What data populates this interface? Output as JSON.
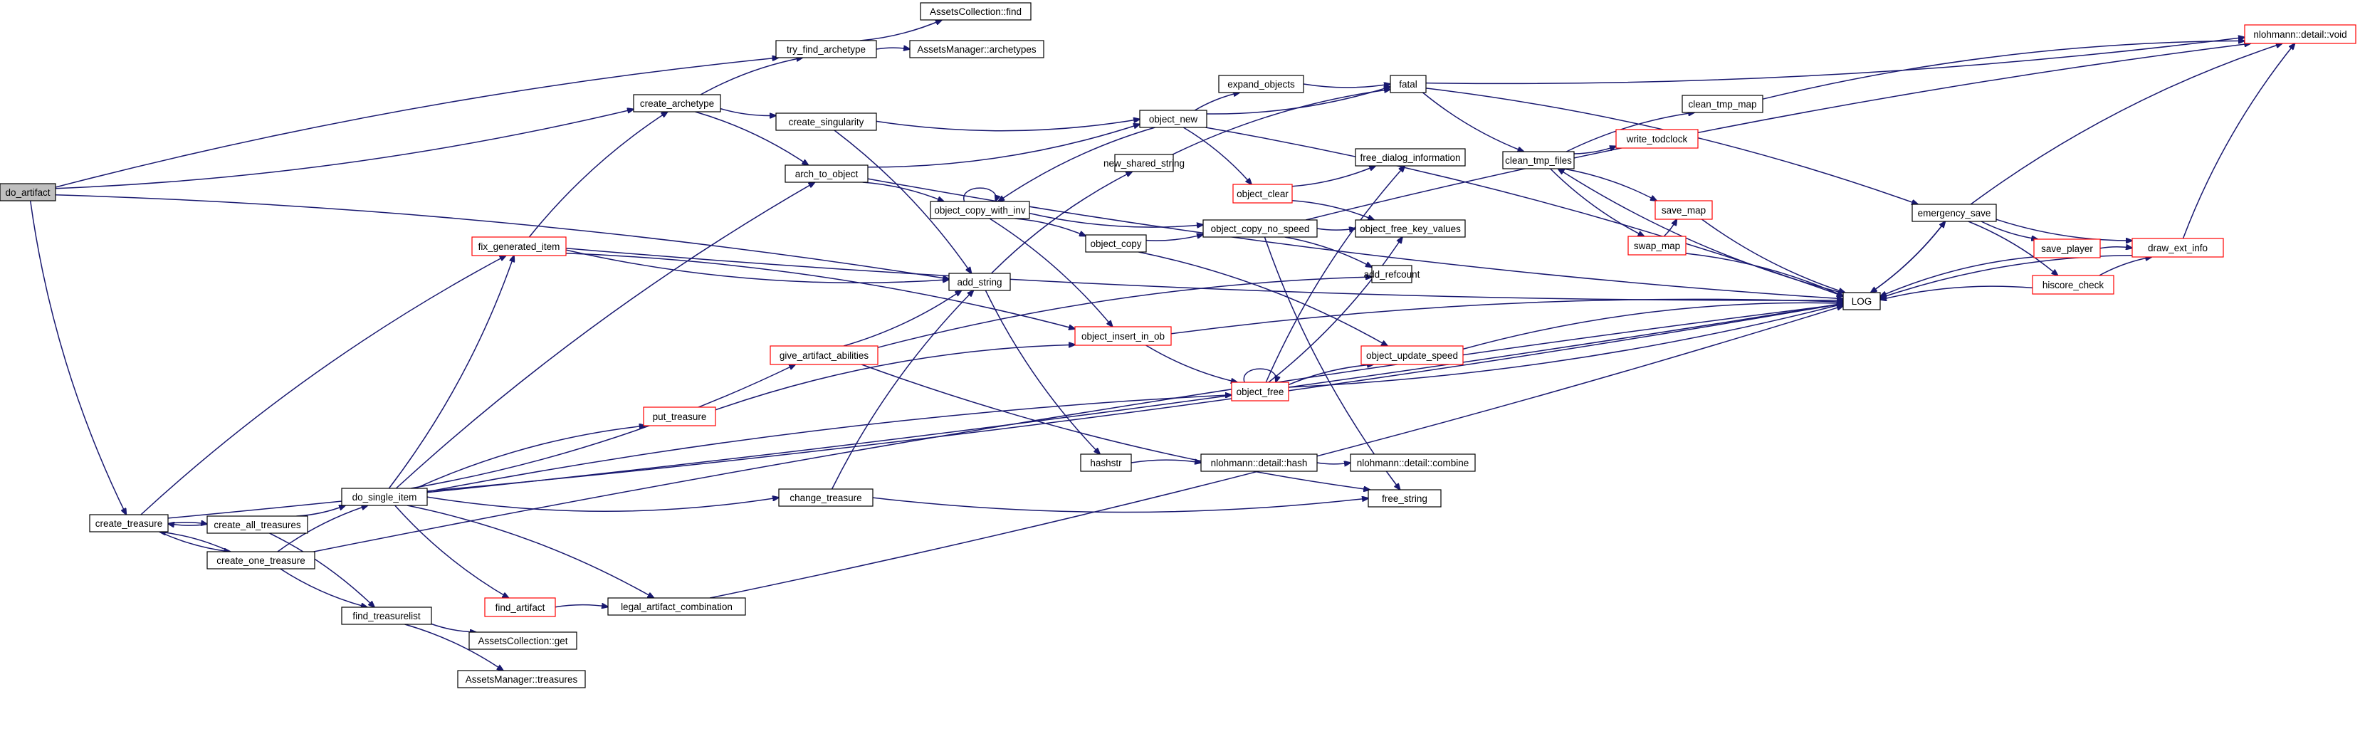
{
  "graph": {
    "edge_color": "#191970",
    "highlight_border_color": "#ff0000",
    "selected_fill_color": "#bfbfbf",
    "nodes": [
      {
        "id": "do_artifact",
        "label": "do_artifact",
        "style": "selected"
      },
      {
        "id": "create_treasure",
        "label": "create_treasure",
        "style": "normal"
      },
      {
        "id": "create_all_treasures",
        "label": "create_all_treasures",
        "style": "normal"
      },
      {
        "id": "create_one_treasure",
        "label": "create_one_treasure",
        "style": "normal"
      },
      {
        "id": "do_single_item",
        "label": "do_single_item",
        "style": "normal"
      },
      {
        "id": "find_treasurelist",
        "label": "find_treasurelist",
        "style": "normal"
      },
      {
        "id": "AssetsCollection_get",
        "label": "AssetsCollection::get",
        "style": "normal"
      },
      {
        "id": "AssetsManager_treasures",
        "label": "AssetsManager::treasures",
        "style": "normal"
      },
      {
        "id": "find_artifact",
        "label": "find_artifact",
        "style": "red"
      },
      {
        "id": "legal_artifact_combination",
        "label": "legal_artifact_combination",
        "style": "normal"
      },
      {
        "id": "put_treasure",
        "label": "put_treasure",
        "style": "red"
      },
      {
        "id": "give_artifact_abilities",
        "label": "give_artifact_abilities",
        "style": "red"
      },
      {
        "id": "fix_generated_item",
        "label": "fix_generated_item",
        "style": "red"
      },
      {
        "id": "create_archetype",
        "label": "create_archetype",
        "style": "normal"
      },
      {
        "id": "try_find_archetype",
        "label": "try_find_archetype",
        "style": "normal"
      },
      {
        "id": "AssetsCollection_find",
        "label": "AssetsCollection::find",
        "style": "normal"
      },
      {
        "id": "AssetsManager_archetypes",
        "label": "AssetsManager::archetypes",
        "style": "normal"
      },
      {
        "id": "create_singularity",
        "label": "create_singularity",
        "style": "normal"
      },
      {
        "id": "arch_to_object",
        "label": "arch_to_object",
        "style": "normal"
      },
      {
        "id": "add_string",
        "label": "add_string",
        "style": "normal"
      },
      {
        "id": "change_treasure",
        "label": "change_treasure",
        "style": "normal"
      },
      {
        "id": "hashstr",
        "label": "hashstr",
        "style": "normal"
      },
      {
        "id": "nlohmann_hash",
        "label": "nlohmann::detail::hash",
        "style": "normal"
      },
      {
        "id": "nlohmann_combine",
        "label": "nlohmann::detail::combine",
        "style": "normal"
      },
      {
        "id": "free_string",
        "label": "free_string",
        "style": "normal"
      },
      {
        "id": "object_new",
        "label": "object_new",
        "style": "normal"
      },
      {
        "id": "expand_objects",
        "label": "expand_objects",
        "style": "normal"
      },
      {
        "id": "fatal",
        "label": "fatal",
        "style": "normal"
      },
      {
        "id": "new_shared_string",
        "label": "new_shared_string",
        "style": "normal"
      },
      {
        "id": "object_copy_with_inv",
        "label": "object_copy_with_inv",
        "style": "normal"
      },
      {
        "id": "object_copy",
        "label": "object_copy",
        "style": "normal"
      },
      {
        "id": "object_clear",
        "label": "object_clear",
        "style": "red"
      },
      {
        "id": "object_copy_no_speed",
        "label": "object_copy_no_speed",
        "style": "normal"
      },
      {
        "id": "free_dialog_information",
        "label": "free_dialog_information",
        "style": "normal"
      },
      {
        "id": "object_free_key_values",
        "label": "object_free_key_values",
        "style": "normal"
      },
      {
        "id": "add_refcount",
        "label": "add_refcount",
        "style": "normal"
      },
      {
        "id": "object_insert_in_ob",
        "label": "object_insert_in_ob",
        "style": "red"
      },
      {
        "id": "object_update_speed",
        "label": "object_update_speed",
        "style": "red"
      },
      {
        "id": "object_free",
        "label": "object_free",
        "style": "red"
      },
      {
        "id": "clean_tmp_files",
        "label": "clean_tmp_files",
        "style": "normal"
      },
      {
        "id": "clean_tmp_map",
        "label": "clean_tmp_map",
        "style": "normal"
      },
      {
        "id": "write_todclock",
        "label": "write_todclock",
        "style": "red"
      },
      {
        "id": "save_map",
        "label": "save_map",
        "style": "red"
      },
      {
        "id": "swap_map",
        "label": "swap_map",
        "style": "red"
      },
      {
        "id": "LOG",
        "label": "LOG",
        "style": "normal"
      },
      {
        "id": "emergency_save",
        "label": "emergency_save",
        "style": "normal"
      },
      {
        "id": "save_player",
        "label": "save_player",
        "style": "red"
      },
      {
        "id": "hiscore_check",
        "label": "hiscore_check",
        "style": "red"
      },
      {
        "id": "draw_ext_info",
        "label": "draw_ext_info",
        "style": "red"
      },
      {
        "id": "nlohmann_void",
        "label": "nlohmann::detail::void",
        "style": "red"
      }
    ],
    "edges": [
      [
        "do_artifact",
        "try_find_archetype"
      ],
      [
        "do_artifact",
        "create_archetype"
      ],
      [
        "do_artifact",
        "add_string"
      ],
      [
        "do_artifact",
        "create_treasure"
      ],
      [
        "create_treasure",
        "create_all_treasures"
      ],
      [
        "create_treasure",
        "create_one_treasure"
      ],
      [
        "create_treasure",
        "fix_generated_item"
      ],
      [
        "create_treasure",
        "LOG"
      ],
      [
        "create_all_treasures",
        "create_treasure"
      ],
      [
        "create_all_treasures",
        "do_single_item"
      ],
      [
        "create_all_treasures",
        "find_treasurelist"
      ],
      [
        "create_one_treasure",
        "create_treasure"
      ],
      [
        "create_one_treasure",
        "do_single_item"
      ],
      [
        "create_one_treasure",
        "find_treasurelist"
      ],
      [
        "create_one_treasure",
        "LOG"
      ],
      [
        "find_treasurelist",
        "AssetsCollection_get"
      ],
      [
        "find_treasurelist",
        "AssetsManager_treasures"
      ],
      [
        "do_single_item",
        "fix_generated_item"
      ],
      [
        "do_single_item",
        "arch_to_object"
      ],
      [
        "do_single_item",
        "give_artifact_abilities"
      ],
      [
        "do_single_item",
        "put_treasure"
      ],
      [
        "do_single_item",
        "change_treasure"
      ],
      [
        "do_single_item",
        "object_free"
      ],
      [
        "do_single_item",
        "find_artifact"
      ],
      [
        "do_single_item",
        "legal_artifact_combination"
      ],
      [
        "do_single_item",
        "LOG"
      ],
      [
        "find_artifact",
        "legal_artifact_combination"
      ],
      [
        "legal_artifact_combination",
        "LOG"
      ],
      [
        "put_treasure",
        "object_insert_in_ob"
      ],
      [
        "give_artifact_abilities",
        "add_string"
      ],
      [
        "give_artifact_abilities",
        "add_refcount"
      ],
      [
        "give_artifact_abilities",
        "free_string"
      ],
      [
        "fix_generated_item",
        "create_archetype"
      ],
      [
        "fix_generated_item",
        "add_string"
      ],
      [
        "fix_generated_item",
        "object_insert_in_ob"
      ],
      [
        "fix_generated_item",
        "LOG"
      ],
      [
        "create_archetype",
        "try_find_archetype"
      ],
      [
        "create_archetype",
        "create_singularity"
      ],
      [
        "create_archetype",
        "arch_to_object"
      ],
      [
        "try_find_archetype",
        "AssetsCollection_find"
      ],
      [
        "try_find_archetype",
        "AssetsManager_archetypes"
      ],
      [
        "create_singularity",
        "object_new"
      ],
      [
        "create_singularity",
        "add_string"
      ],
      [
        "arch_to_object",
        "object_new"
      ],
      [
        "arch_to_object",
        "object_copy_with_inv"
      ],
      [
        "arch_to_object",
        "LOG"
      ],
      [
        "add_string",
        "new_shared_string"
      ],
      [
        "add_string",
        "hashstr"
      ],
      [
        "change_treasure",
        "add_string"
      ],
      [
        "change_treasure",
        "free_string"
      ],
      [
        "hashstr",
        "nlohmann_hash"
      ],
      [
        "nlohmann_hash",
        "nlohmann_combine"
      ],
      [
        "object_new",
        "expand_objects"
      ],
      [
        "object_new",
        "fatal"
      ],
      [
        "object_new",
        "object_clear"
      ],
      [
        "object_new",
        "object_copy_with_inv"
      ],
      [
        "object_new",
        "LOG"
      ],
      [
        "expand_objects",
        "fatal"
      ],
      [
        "new_shared_string",
        "fatal"
      ],
      [
        "object_copy_with_inv",
        "object_copy_with_inv"
      ],
      [
        "object_copy_with_inv",
        "object_copy"
      ],
      [
        "object_copy_with_inv",
        "object_copy_no_speed"
      ],
      [
        "object_copy_with_inv",
        "object_insert_in_ob"
      ],
      [
        "object_copy",
        "object_copy_no_speed"
      ],
      [
        "object_copy",
        "object_update_speed"
      ],
      [
        "object_clear",
        "free_dialog_information"
      ],
      [
        "object_clear",
        "object_free_key_values"
      ],
      [
        "object_copy_no_speed",
        "object_free_key_values"
      ],
      [
        "object_copy_no_speed",
        "add_refcount"
      ],
      [
        "object_copy_no_speed",
        "free_string"
      ],
      [
        "object_copy_no_speed",
        "nlohmann_void"
      ],
      [
        "object_insert_in_ob",
        "object_free"
      ],
      [
        "object_insert_in_ob",
        "LOG"
      ],
      [
        "object_free",
        "object_free"
      ],
      [
        "object_free",
        "free_dialog_information"
      ],
      [
        "object_free",
        "object_free_key_values"
      ],
      [
        "object_free",
        "object_update_speed"
      ],
      [
        "object_free",
        "LOG"
      ],
      [
        "object_update_speed",
        "LOG"
      ],
      [
        "fatal",
        "clean_tmp_files"
      ],
      [
        "fatal",
        "emergency_save"
      ],
      [
        "fatal",
        "nlohmann_void"
      ],
      [
        "clean_tmp_files",
        "clean_tmp_map"
      ],
      [
        "clean_tmp_files",
        "write_todclock"
      ],
      [
        "clean_tmp_files",
        "save_map"
      ],
      [
        "clean_tmp_files",
        "swap_map"
      ],
      [
        "clean_tmp_map",
        "nlohmann_void"
      ],
      [
        "swap_map",
        "save_map"
      ],
      [
        "swap_map",
        "LOG"
      ],
      [
        "save_map",
        "LOG"
      ],
      [
        "LOG",
        "clean_tmp_files"
      ],
      [
        "LOG",
        "emergency_save"
      ],
      [
        "emergency_save",
        "LOG"
      ],
      [
        "emergency_save",
        "save_player"
      ],
      [
        "emergency_save",
        "hiscore_check"
      ],
      [
        "emergency_save",
        "draw_ext_info"
      ],
      [
        "emergency_save",
        "nlohmann_void"
      ],
      [
        "save_player",
        "LOG"
      ],
      [
        "save_player",
        "draw_ext_info"
      ],
      [
        "hiscore_check",
        "LOG"
      ],
      [
        "hiscore_check",
        "draw_ext_info"
      ],
      [
        "draw_ext_info",
        "LOG"
      ],
      [
        "draw_ext_info",
        "nlohmann_void"
      ]
    ]
  }
}
